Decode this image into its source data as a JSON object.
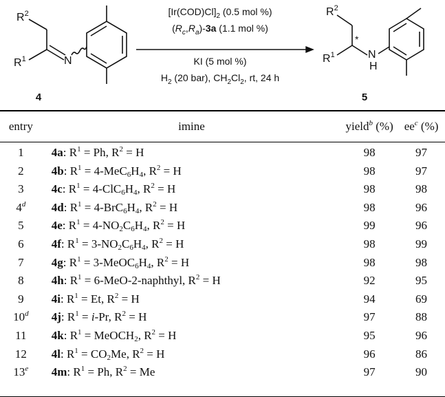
{
  "scheme": {
    "reactant_label": "4",
    "product_label": "5",
    "R1": "1",
    "R2": "2",
    "conditions": {
      "catalyst": "[Ir(COD)Cl]",
      "catalyst_sub": "2",
      "catalyst_load": " (0.5 mol %)",
      "ligand_open": "(",
      "ligand_Rc_sub": "c",
      "ligand_Ra_sub": "a",
      "ligand_close": ")-",
      "ligand_name": "3a",
      "ligand_load": " (1.1 mol %)",
      "additive": "KI (5 mol %)",
      "h2_a": "H",
      "h2_b": " (20 bar), CH",
      "h2_c": "Cl",
      "h2_d": ", rt, 24 h"
    }
  },
  "table": {
    "headers": {
      "entry": "entry",
      "imine": "imine",
      "yield": "yield",
      "yield_sup": "b",
      "yield_unit": " (%)",
      "ee": "ee",
      "ee_sup": "c",
      "ee_unit": " (%)"
    },
    "rows": [
      {
        "entry": "1",
        "note": "",
        "cmpd": "4a",
        "r1": "Ph",
        "r1_sub": "",
        "r1_tail": "",
        "r2": "H",
        "yield": "98",
        "ee": "97"
      },
      {
        "entry": "2",
        "note": "",
        "cmpd": "4b",
        "r1": "4-MeC",
        "r1_sub": "6",
        "r1_tail": "H",
        "r1_sub2": "4",
        "r2": "H",
        "yield": "98",
        "ee": "97"
      },
      {
        "entry": "3",
        "note": "",
        "cmpd": "4c",
        "r1": "4-ClC",
        "r1_sub": "6",
        "r1_tail": "H",
        "r1_sub2": "4",
        "r2": "H",
        "yield": "98",
        "ee": "98"
      },
      {
        "entry": "4",
        "note": "d",
        "cmpd": "4d",
        "r1": "4-BrC",
        "r1_sub": "6",
        "r1_tail": "H",
        "r1_sub2": "4",
        "r2": "H",
        "yield": "98",
        "ee": "96"
      },
      {
        "entry": "5",
        "note": "",
        "cmpd": "4e",
        "r1": "4-NO",
        "r1_sub": "2",
        "r1_tail": "C",
        "r1_sub2": "6",
        "r1_tail2": "H",
        "r1_sub3": "4",
        "r2": "H",
        "yield": "99",
        "ee": "96"
      },
      {
        "entry": "6",
        "note": "",
        "cmpd": "4f",
        "r1": "3-NO",
        "r1_sub": "2",
        "r1_tail": "C",
        "r1_sub2": "6",
        "r1_tail2": "H",
        "r1_sub3": "4",
        "r2": "H",
        "yield": "98",
        "ee": "99"
      },
      {
        "entry": "7",
        "note": "",
        "cmpd": "4g",
        "r1": "3-MeOC",
        "r1_sub": "6",
        "r1_tail": "H",
        "r1_sub2": "4",
        "r2": "H",
        "yield": "98",
        "ee": "98"
      },
      {
        "entry": "8",
        "note": "",
        "cmpd": "4h",
        "r1": "6-MeO-2-naphthyl",
        "r1_sub": "",
        "r1_tail": "",
        "r2": "H",
        "yield": "92",
        "ee": "95"
      },
      {
        "entry": "9",
        "note": "",
        "cmpd": "4i",
        "r1": "Et",
        "r1_sub": "",
        "r1_tail": "",
        "r2": "H",
        "yield": "94",
        "ee": "69"
      },
      {
        "entry": "10",
        "note": "d",
        "cmpd": "4j",
        "r1_italic": "i",
        "r1": "-Pr",
        "r1_sub": "",
        "r1_tail": "",
        "r2": "H",
        "yield": "97",
        "ee": "88"
      },
      {
        "entry": "11",
        "note": "",
        "cmpd": "4k",
        "r1": "MeOCH",
        "r1_sub": "2",
        "r1_tail": "",
        "r2": "H",
        "yield": "95",
        "ee": "96"
      },
      {
        "entry": "12",
        "note": "",
        "cmpd": "4l",
        "r1": "CO",
        "r1_sub": "2",
        "r1_tail": "Me",
        "r2": "H",
        "yield": "96",
        "ee": "86"
      },
      {
        "entry": "13",
        "note": "e",
        "cmpd": "4m",
        "r1": "Ph",
        "r1_sub": "",
        "r1_tail": "",
        "r2": "Me",
        "yield": "97",
        "ee": "90"
      }
    ],
    "r_symbol": "R",
    "r1_index": "1",
    "r2_index": "2",
    "eq": " = ",
    "sep": ", "
  }
}
